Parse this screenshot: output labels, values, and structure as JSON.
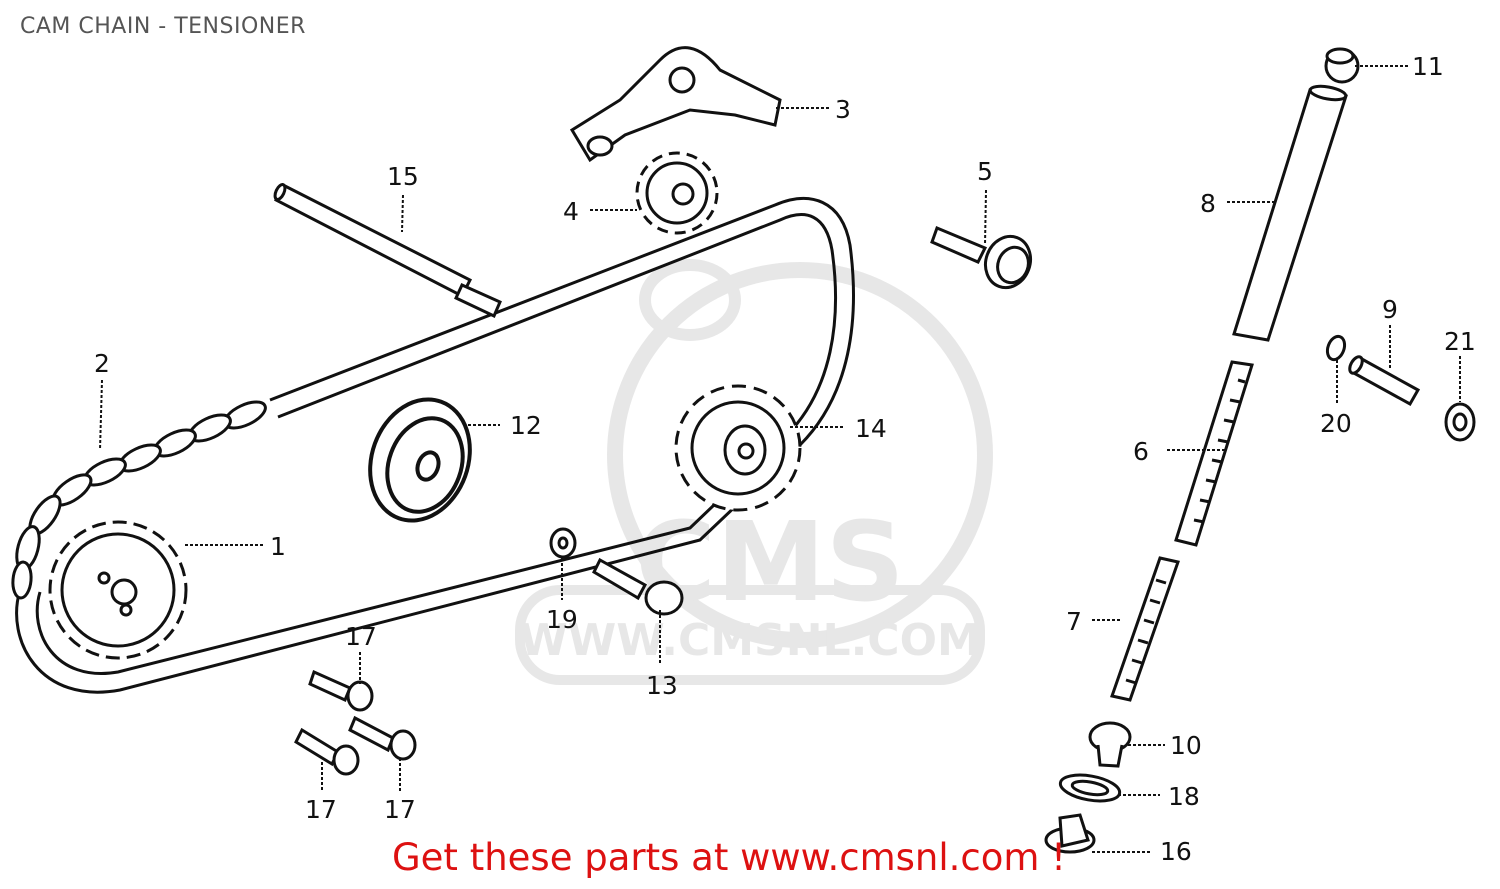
{
  "title": "CAM CHAIN - TENSIONER",
  "footer": {
    "cta": "Get these parts at www.cmsnl.com !"
  },
  "watermark": {
    "brand": "CMS",
    "url": "WWW.CMSNL.COM"
  },
  "colors": {
    "line": "#111111",
    "title": "#555555",
    "cta": "#dd1111",
    "watermark": "#d4d4d4"
  },
  "callouts": [
    {
      "id": "p1",
      "text": "1"
    },
    {
      "id": "p2",
      "text": "2"
    },
    {
      "id": "p3",
      "text": "3"
    },
    {
      "id": "p4",
      "text": "4"
    },
    {
      "id": "p5",
      "text": "5"
    },
    {
      "id": "p6",
      "text": "6"
    },
    {
      "id": "p7",
      "text": "7"
    },
    {
      "id": "p8",
      "text": "8"
    },
    {
      "id": "p9",
      "text": "9"
    },
    {
      "id": "p10",
      "text": "10"
    },
    {
      "id": "p11",
      "text": "11"
    },
    {
      "id": "p12",
      "text": "12"
    },
    {
      "id": "p13",
      "text": "13"
    },
    {
      "id": "p14",
      "text": "14"
    },
    {
      "id": "p15",
      "text": "15"
    },
    {
      "id": "p16",
      "text": "16"
    },
    {
      "id": "p17a",
      "text": "17"
    },
    {
      "id": "p17b",
      "text": "17"
    },
    {
      "id": "p17c",
      "text": "17"
    },
    {
      "id": "p18",
      "text": "18"
    },
    {
      "id": "p19",
      "text": "19"
    },
    {
      "id": "p20",
      "text": "20"
    },
    {
      "id": "p21",
      "text": "21"
    }
  ]
}
